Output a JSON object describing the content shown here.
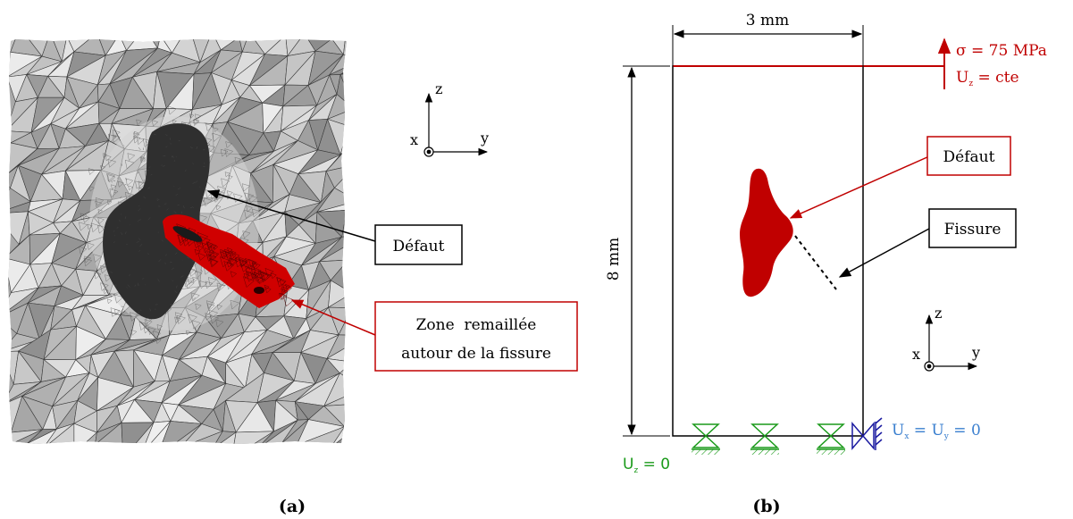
{
  "panel_a": {
    "caption": "(a)",
    "axes": {
      "x": "x",
      "y": "y",
      "z": "z"
    },
    "label_defect": "Défaut",
    "label_zone_line1": "Zone  remaillée",
    "label_zone_line2": "autour de la fissure",
    "colors": {
      "mesh": "#9c9c9c",
      "defect": "#2e2e2e",
      "remesh": "#d40000",
      "box_red": "#c00000"
    }
  },
  "panel_b": {
    "caption": "(b)",
    "width_label": "3 mm",
    "height_label": "8 mm",
    "load_label": "σ = 75 MPa",
    "uz_top_label": "U",
    "uz_top_sub": "z",
    "uz_top_rest": " = cte",
    "label_defect": "Défaut",
    "label_crack": "Fissure",
    "bc_bottom_label": "U",
    "bc_bottom_sub": "z",
    "bc_bottom_rest": " = 0",
    "bc_side_label": "U",
    "bc_side_sub1": "x",
    "bc_side_mid": " = U",
    "bc_side_sub2": "y",
    "bc_side_rest": " = 0",
    "axes": {
      "x": "x",
      "y": "y",
      "z": "z"
    },
    "colors": {
      "load": "#c00000",
      "defect": "#c00000",
      "support_green": "#1a9a1a",
      "support_blue": "#1a1aa0",
      "side_text": "#3a7fcf"
    }
  }
}
